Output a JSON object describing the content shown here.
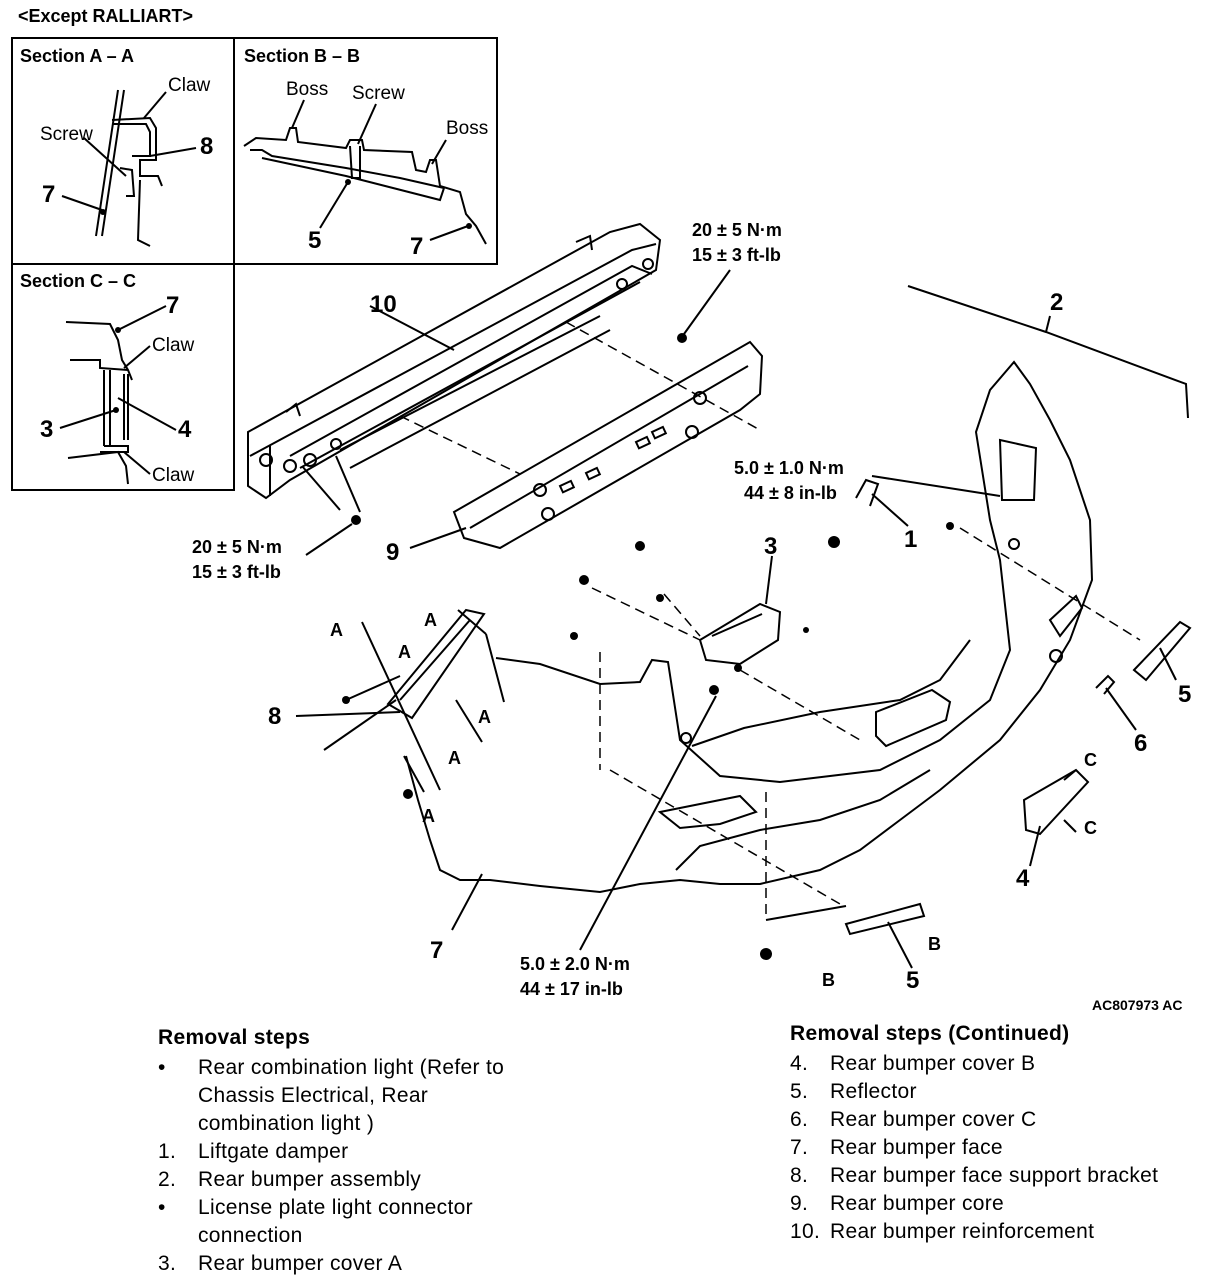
{
  "header": "<Except RALLIART>",
  "sections": {
    "aa": {
      "title": "Section A – A",
      "claw": "Claw",
      "screw": "Screw",
      "n8": "8",
      "n7": "7"
    },
    "bb": {
      "title": "Section B – B",
      "boss1": "Boss",
      "screw": "Screw",
      "boss2": "Boss",
      "n5": "5",
      "n7": "7"
    },
    "cc": {
      "title": "Section C – C",
      "n7": "7",
      "claw1": "Claw",
      "n3": "3",
      "n4": "4",
      "claw2": "Claw"
    }
  },
  "parts": {
    "p1": "1",
    "p2": "2",
    "p3": "3",
    "p4": "4",
    "p5a": "5",
    "p5b": "5",
    "p6": "6",
    "p7": "7",
    "p8": "8",
    "p9": "9",
    "p10": "10"
  },
  "torques": {
    "t1a": "20 ± 5 N·m",
    "t1b": "15 ± 3 ft-lb",
    "t2a": "20 ± 5 N·m",
    "t2b": "15 ± 3 ft-lb",
    "t3a": "5.0 ± 1.0 N·m",
    "t3b": "44 ± 8 in-lb",
    "t4a": "5.0 ± 2.0 N·m",
    "t4b": "44 ± 17 in-lb"
  },
  "section_marks": {
    "a": "A",
    "b": "B",
    "c": "C"
  },
  "figure_code": "AC807973 AC",
  "removal": {
    "title": "Removal steps",
    "items": [
      {
        "num": "•",
        "text": "Rear combination light (Refer to Chassis Electrical, Rear combination light )"
      },
      {
        "num": "1.",
        "text": "Liftgate damper"
      },
      {
        "num": "2.",
        "text": "Rear bumper assembly"
      },
      {
        "num": "•",
        "text": "License plate light connector connection"
      },
      {
        "num": "3.",
        "text": "Rear bumper cover A"
      }
    ]
  },
  "removal_cont": {
    "title": "Removal steps (Continued)",
    "items": [
      {
        "num": "4.",
        "text": "Rear bumper cover B"
      },
      {
        "num": "5.",
        "text": "Reflector"
      },
      {
        "num": "6.",
        "text": "Rear bumper cover C"
      },
      {
        "num": "7.",
        "text": "Rear bumper face"
      },
      {
        "num": "8.",
        "text": "Rear bumper face support bracket"
      },
      {
        "num": "9.",
        "text": "Rear bumper core"
      },
      {
        "num": "10.",
        "text": "Rear bumper reinforcement"
      }
    ]
  }
}
